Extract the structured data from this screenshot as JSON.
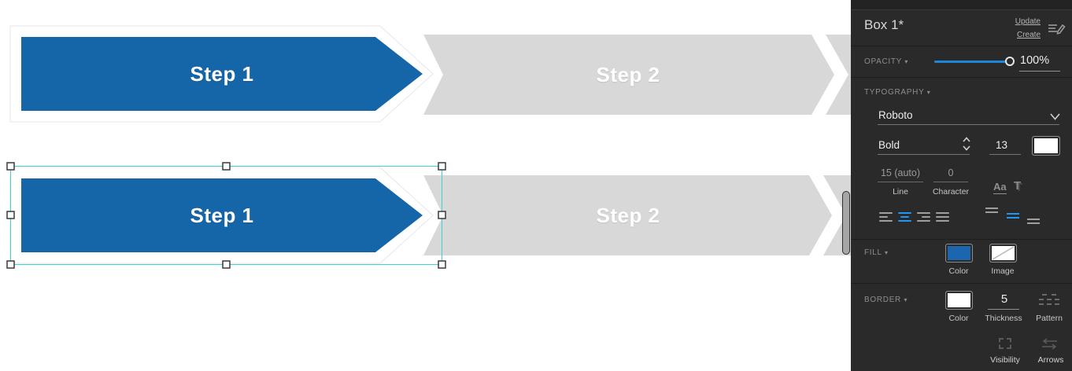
{
  "icons": {
    "collapse": "▾"
  },
  "colors": {
    "step_blue": "#1565a9",
    "step_gray": "#d8d8d8",
    "selection": "#3ed4cf",
    "accent_blue": "#2196f3",
    "fill_swatch": "#1b66ae",
    "slider_blue": "#1d86d8",
    "panel_bg": "#2a2a2a"
  },
  "canvas": {
    "rows": [
      {
        "selected": false,
        "steps": [
          {
            "label": "Step 1"
          },
          {
            "label": "Step 2"
          }
        ]
      },
      {
        "selected": true,
        "steps": [
          {
            "label": "Step 1"
          },
          {
            "label": "Step 2"
          }
        ]
      }
    ]
  },
  "panel": {
    "title": "Box 1*",
    "update_link": "Update",
    "create_link": "Create",
    "opacity": {
      "label": "OPACITY",
      "value": "100%"
    },
    "typography": {
      "label": "TYPOGRAPHY",
      "font": "Roboto",
      "weight": "Bold",
      "size": "13",
      "line_value": "15 (auto)",
      "line_label": "Line",
      "character_value": "0",
      "character_label": "Character",
      "aa_label": "Aa"
    },
    "fill": {
      "label": "FILL",
      "color_label": "Color",
      "image_label": "Image"
    },
    "border": {
      "label": "BORDER",
      "color_label": "Color",
      "thickness_value": "5",
      "thickness_label": "Thickness",
      "pattern_label": "Pattern",
      "visibility_label": "Visibility",
      "arrows_label": "Arrows"
    }
  }
}
